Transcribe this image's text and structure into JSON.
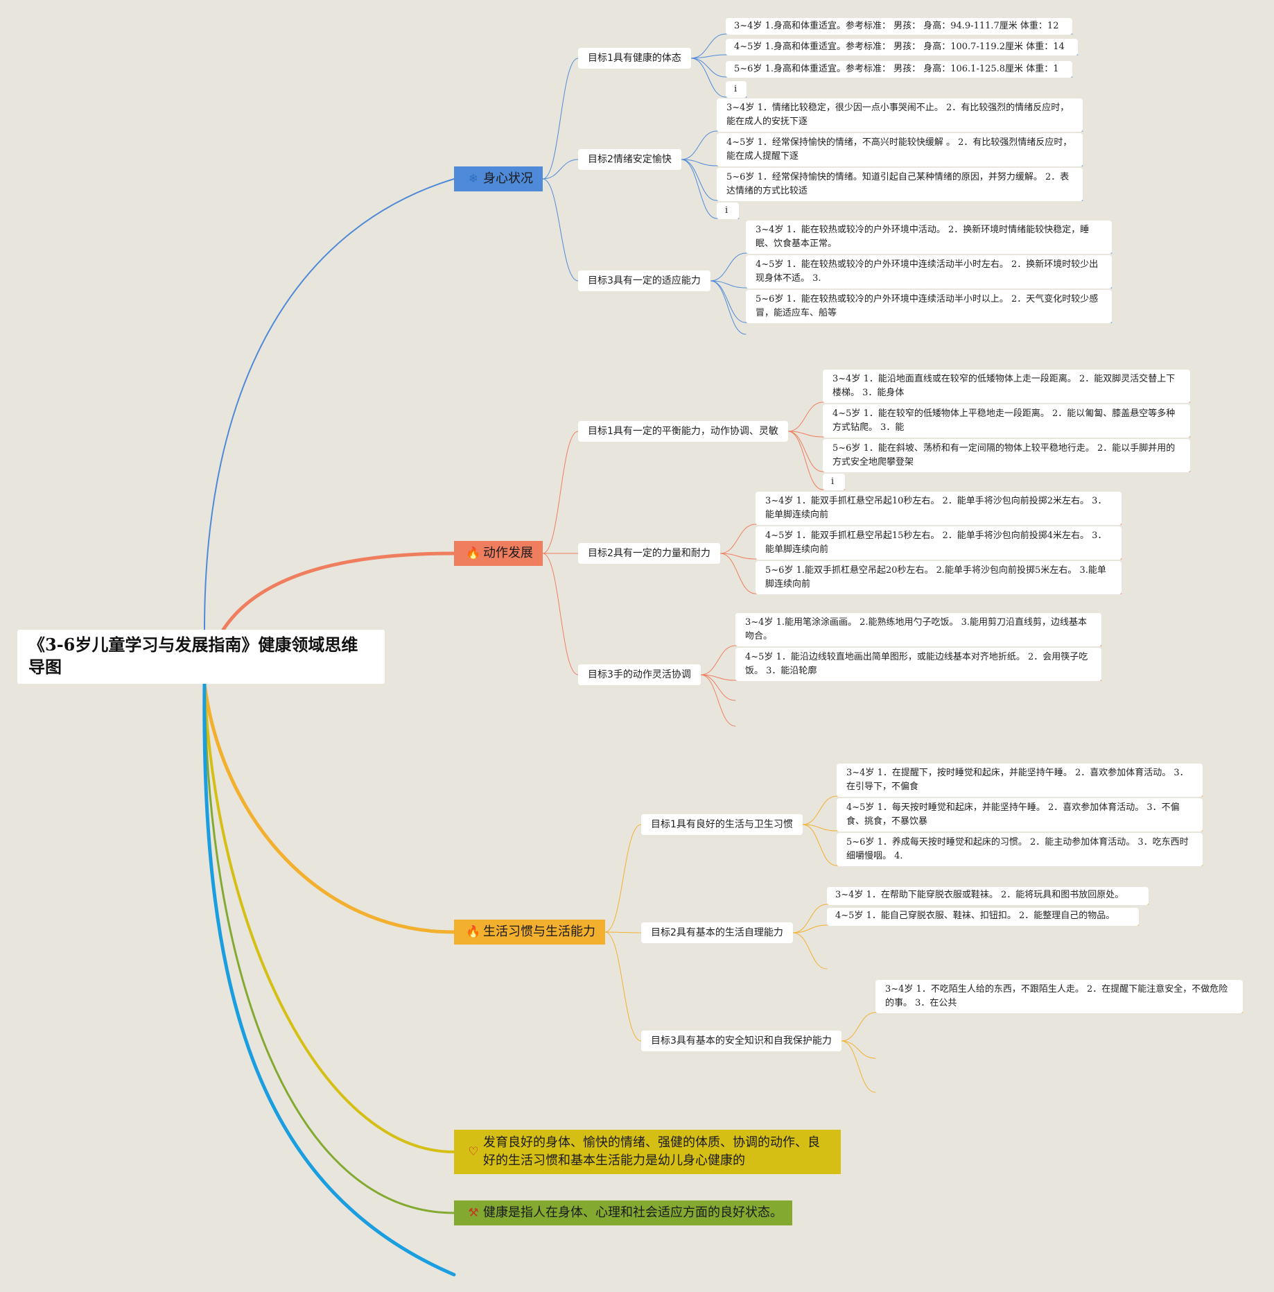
{
  "root": {
    "title": "《3-6岁儿童学习与发展指南》健康领域思维导图"
  },
  "colors": {
    "background": "#e8e5dc",
    "branch_blue": "#4e8ad8",
    "branch_orange": "#ef7e5f",
    "branch_yellow": "#f3b02f",
    "branch_olive": "#d6bf14",
    "branch_green": "#83a930",
    "branch_cyan": "#1a9ee0"
  },
  "branches": [
    {
      "label": "身心状况",
      "icon": "snowflake-icon",
      "goals": [
        {
          "label": "目标1具有健康的体态",
          "items": [
            "3~4岁 1.身高和体重适宜。参考标准： 男孩： 身高：94.9-111.7厘米 体重：12",
            "4~5岁 1.身高和体重适宜。参考标准： 男孩： 身高：100.7-119.2厘米 体重：14",
            "5~6岁 1.身高和体重适宜。参考标准： 男孩： 身高：106.1-125.8厘米 体重：1",
            "i"
          ]
        },
        {
          "label": "目标2情绪安定愉快",
          "items": [
            "3~4岁 1．情绪比较稳定，很少因一点小事哭闹不止。 2．有比较强烈的情绪反应时，能在成人的安抚下逐",
            "4~5岁 1．经常保持愉快的情绪，不高兴时能较快缓解 。 2．有比较强烈情绪反应时，能在成人提醒下逐",
            "5~6岁 1．经常保持愉快的情绪。知道引起自己某种情绪的原因，并努力缓解。 2．表达情绪的方式比较适",
            "i"
          ]
        },
        {
          "label": "目标3具有一定的适应能力",
          "items": [
            "3~4岁 1．能在较热或较冷的户外环境中活动。 2．换新环境时情绪能较快稳定，睡眠、饮食基本正常。",
            "4~5岁 1．能在较热或较冷的户外环境中连续活动半小时左右。 2．换新环境时较少出现身体不适。 3.",
            "5~6岁 1．能在较热或较冷的户外环境中连续活动半小时以上。 2．天气变化时较少感冒，能适应车、船等"
          ]
        }
      ]
    },
    {
      "label": "动作发展",
      "icon": "fire-icon",
      "goals": [
        {
          "label": "目标1具有一定的平衡能力，动作协调、灵敏",
          "items": [
            "3~4岁 1．能沿地面直线或在较窄的低矮物体上走一段距离。 2．能双脚灵活交替上下楼梯。 3．能身体",
            "4~5岁 1．能在较窄的低矮物体上平稳地走一段距离。 2．能以匍匐、膝盖悬空等多种方式钻爬。 3．能",
            "5~6岁 1．能在斜坡、荡桥和有一定间隔的物体上较平稳地行走。 2．能以手脚并用的方式安全地爬攀登架",
            "i"
          ]
        },
        {
          "label": "目标2具有一定的力量和耐力",
          "items": [
            "3~4岁 1．能双手抓杠悬空吊起10秒左右。 2．能单手将沙包向前投掷2米左右。 3．能单脚连续向前",
            "4~5岁 1．能双手抓杠悬空吊起15秒左右。 2．能单手将沙包向前投掷4米左右。 3．能单脚连续向前",
            "5~6岁 1.能双手抓杠悬空吊起20秒左右。 2.能单手将沙包向前投掷5米左右。 3.能单脚连续向前"
          ]
        },
        {
          "label": "目标3手的动作灵活协调",
          "items": [
            "3~4岁 1.能用笔涂涂画画。 2.能熟练地用勺子吃饭。 3.能用剪刀沿直线剪，边线基本吻合。",
            "4~5岁 1．能沿边线较直地画出简单图形，或能边线基本对齐地折纸。 2．会用筷子吃饭。 3．能沿轮廓"
          ]
        }
      ]
    },
    {
      "label": "生活习惯与生活能力",
      "icon": "flame-icon",
      "goals": [
        {
          "label": "目标1具有良好的生活与卫生习惯",
          "items": [
            "3~4岁 1．在提醒下，按时睡觉和起床，并能坚持午睡。 2．喜欢参加体育活动。 3．在引导下，不偏食",
            "4~5岁 1．每天按时睡觉和起床，并能坚持午睡。 2．喜欢参加体育活动。 3．不偏食、挑食，不暴饮暴",
            "5~6岁 1．养成每天按时睡觉和起床的习惯。 2．能主动参加体育活动。 3．吃东西时细嚼慢咽。 4."
          ]
        },
        {
          "label": "目标2具有基本的生活自理能力",
          "items": [
            "3~4岁 1．在帮助下能穿脱衣服或鞋袜。 2．能将玩具和图书放回原处。",
            "4~5岁 1．能自己穿脱衣服、鞋袜、扣钮扣。 2．能整理自己的物品。"
          ]
        },
        {
          "label": "目标3具有基本的安全知识和自我保护能力",
          "items": [
            "3~4岁 1．不吃陌生人给的东西，不跟陌生人走。 2．在提醒下能注意安全，不做危险的事。 3．在公共"
          ]
        }
      ]
    },
    {
      "label": "发育良好的身体、愉快的情绪、强健的体质、协调的动作、良好的生活习惯和基本生活能力是幼儿身心健康的",
      "icon": "heart-icon"
    },
    {
      "label": "健康是指人在身体、心理和社会适应方面的良好状态。",
      "icon": "hammer-icon"
    }
  ]
}
